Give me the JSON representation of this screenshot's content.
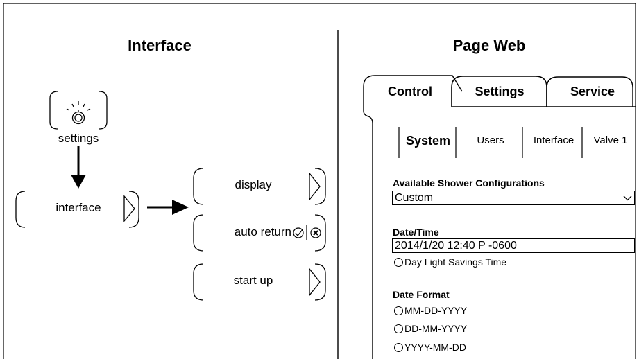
{
  "left_panel": {
    "heading": "Interface",
    "settings_label": "settings",
    "interface_label": "interface",
    "menu_items": [
      {
        "label": "display"
      },
      {
        "label": "auto return"
      },
      {
        "label": "start up"
      }
    ]
  },
  "right_panel": {
    "heading": "Page Web",
    "tabs": [
      {
        "label": "Control"
      },
      {
        "label": "Settings",
        "active": true
      },
      {
        "label": "Service"
      }
    ],
    "subtabs": [
      {
        "label": "System",
        "active": true
      },
      {
        "label": "Users"
      },
      {
        "label": "Interface"
      },
      {
        "label": "Valve 1"
      }
    ],
    "shower": {
      "label": "Available Shower Configurations",
      "value": "Custom"
    },
    "datetime": {
      "label": "Date/Time",
      "value": "2014/1/20 12:40 P -0600",
      "dst_label": "Day Light Savings Time"
    },
    "date_format": {
      "label": "Date Format",
      "options": [
        "MM-DD-YYYY",
        "DD-MM-YYYY",
        "YYYY-MM-DD"
      ]
    }
  }
}
